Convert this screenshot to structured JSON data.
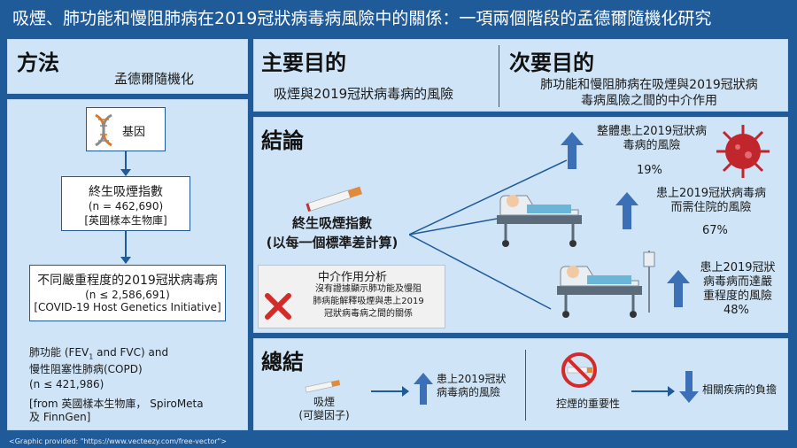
{
  "title": "吸煙、肺功能和慢阻肺病在2019冠狀病毒病風險中的關係：一項兩個階段的孟德爾隨機化研究",
  "methods": {
    "heading": "方法",
    "subheading": "孟德爾隨機化",
    "gene_label": "基因",
    "smoking_index": {
      "title": "終生吸煙指數",
      "n": "(n = 462,690)",
      "source": "[英國樣本生物庫]"
    },
    "covid_severity": {
      "title": "不同嚴重程度的2019冠狀病毒病",
      "n": "(n ≤ 2,586,691)",
      "source": "[COVID-19 Host Genetics Initiative]"
    },
    "lung": {
      "line1": "肺功能 (FEV",
      "sub": "1",
      "line1b": " and FVC) and",
      "line2": "慢性阻塞性肺病(COPD)",
      "n": "(n ≤ 421,986)",
      "source1": "[from 英國樣本生物庫， SpiroMeta",
      "source2": "及 FinnGen]"
    }
  },
  "primary": {
    "heading": "主要目的",
    "text": "吸煙與2019冠狀病毒病的風險"
  },
  "secondary": {
    "heading": "次要目的",
    "text1": "肺功能和慢阻肺病在吸煙與2019冠狀病",
    "text2": "毒病風險之間的中介作用"
  },
  "results": {
    "heading": "結論",
    "exposure1": "終生吸煙指數",
    "exposure2": "(以每一個標準差計算)",
    "outcomes": [
      {
        "line1": "整體患上2019冠狀病",
        "line2": "毒病的風險",
        "value": "19%"
      },
      {
        "line1": "患上2019冠狀病毒病",
        "line2": "而需住院的風險",
        "value": "67%"
      },
      {
        "line1": "患上2019冠狀",
        "line2": "病毒病而達嚴",
        "line3": "重程度的風險",
        "value": "48%"
      }
    ],
    "mediation": {
      "title": "中介作用分析",
      "line1": "沒有證據顯示肺功能及慢阻",
      "line2": "肺病能解釋吸煙與患上2019",
      "line3": "冠狀病毒病之間的關係"
    }
  },
  "summary": {
    "heading": "總結",
    "smoking": "吸煙",
    "modifiable": "(可變因子)",
    "risk1": "患上2019冠狀",
    "risk2": "病毒病的風險",
    "control": "控煙的重要性",
    "burden": "相關疾病的負擔"
  },
  "footer": "<Graphic provided: \"https://www.vecteezy.com/free-vector\">",
  "colors": {
    "background": "#1f5b99",
    "panel": "#cfe4f6",
    "arrow": "#3b6fb6",
    "virus": "#c0262b"
  },
  "icons": [
    "dna-icon",
    "cigarette-icon",
    "hospital-bed-icon",
    "virus-icon",
    "cross-icon",
    "no-smoking-icon"
  ]
}
